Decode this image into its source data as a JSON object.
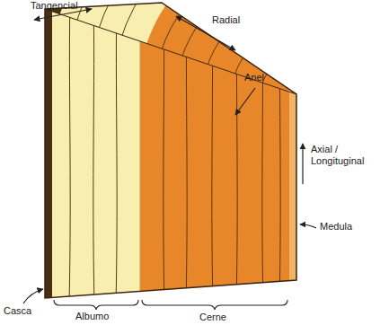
{
  "diagram": {
    "labels": [
      "Tangencial",
      "Radial",
      "Anel",
      "Axial / Longituginal",
      "Medula",
      "Casca",
      "Albumo",
      "Cerne"
    ]
  }
}
